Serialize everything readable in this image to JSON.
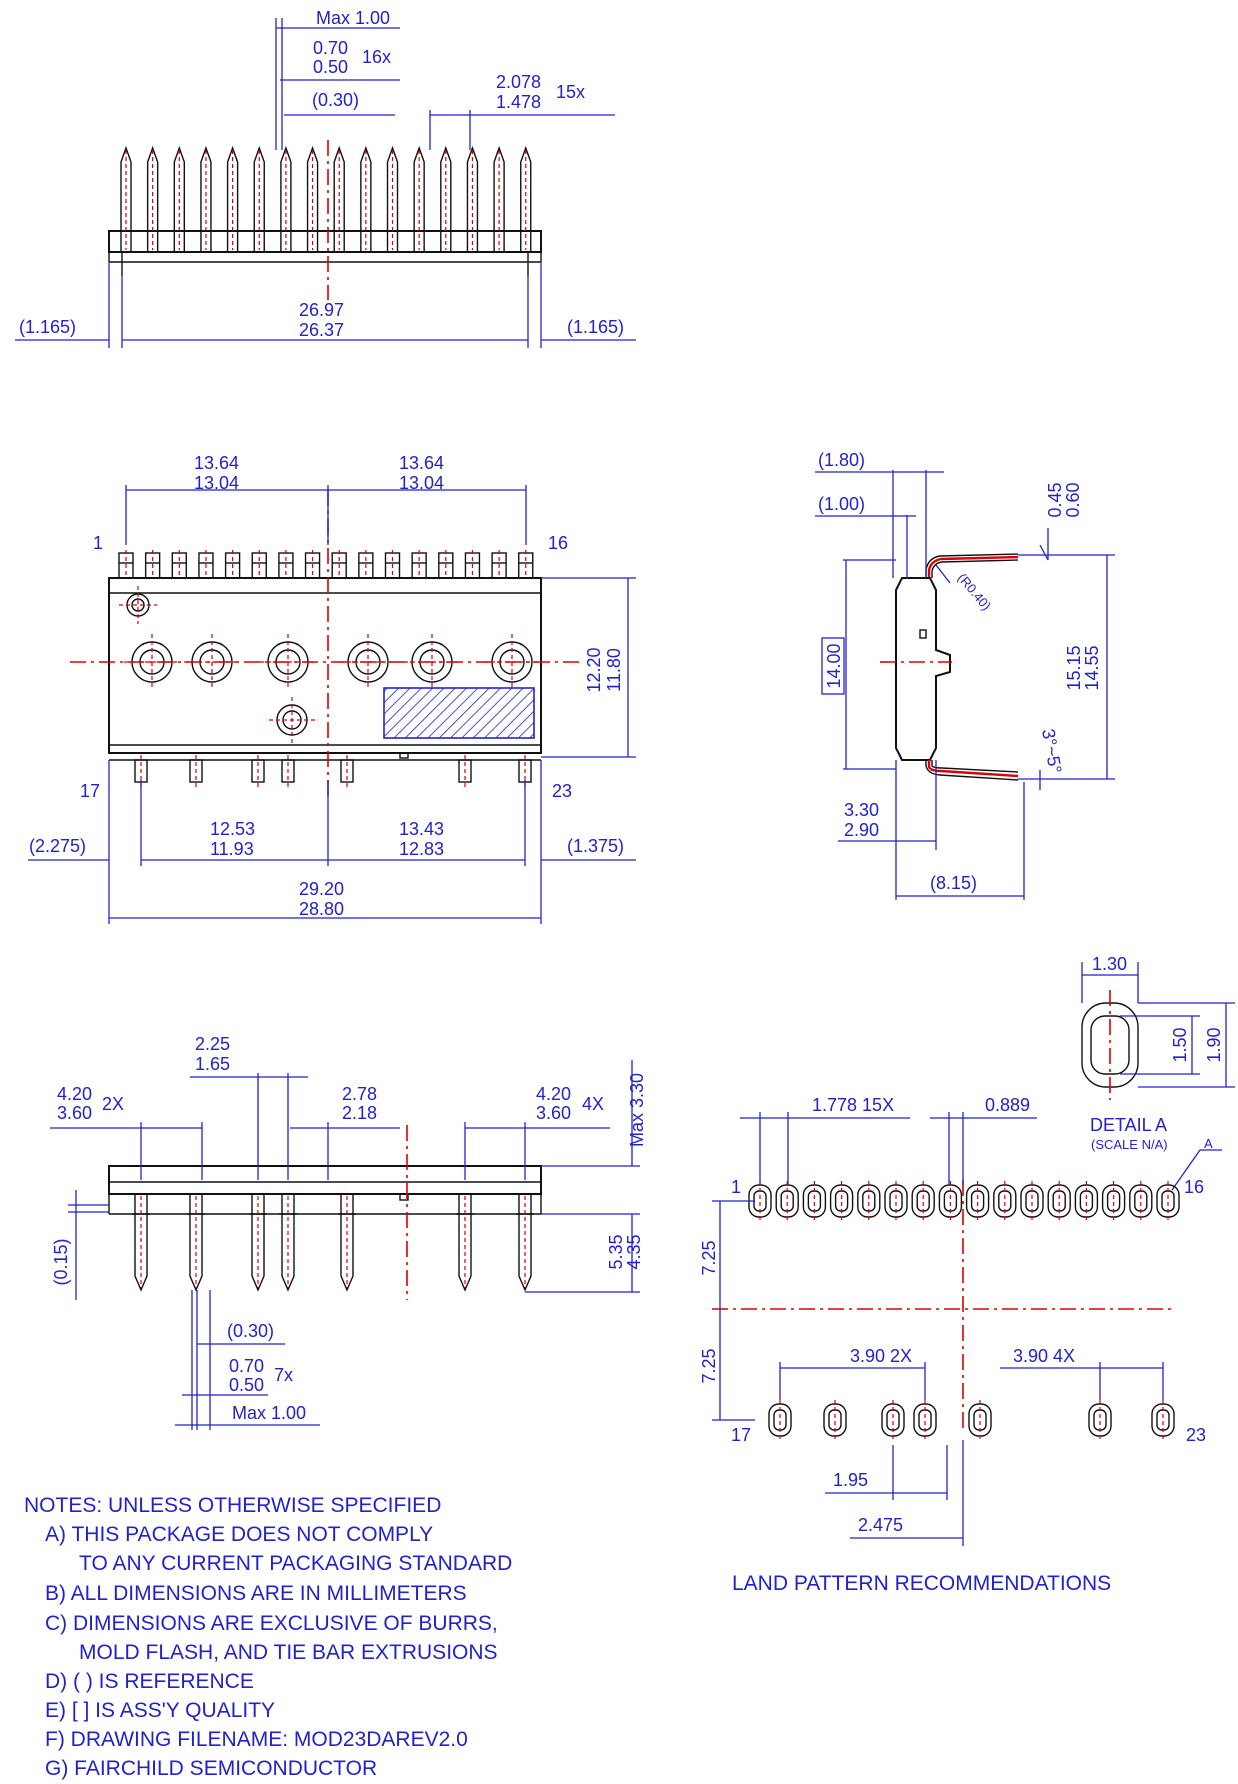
{
  "colors": {
    "dimension": "#2222cc",
    "outline": "#111111",
    "centerline": "#dd0000"
  },
  "top_view": {
    "lead_width_max": "Max 1.00",
    "lead_width_a": "0.70",
    "lead_width_b": "0.50",
    "lead_width_count": "16x",
    "lead_tip": "(0.30)",
    "pitch_a": "2.078",
    "pitch_b": "1.478",
    "pitch_count": "15x",
    "length_a": "26.97",
    "length_b": "26.37",
    "overhang_left": "(1.165)",
    "overhang_right": "(1.165)"
  },
  "plan_view": {
    "top_span_left_a": "13.64",
    "top_span_left_b": "13.04",
    "top_span_right_a": "13.64",
    "top_span_right_b": "13.04",
    "pin_first": "1",
    "pin_top_last": "16",
    "pin_bottom_first": "17",
    "pin_last": "23",
    "bottom_span_left_a": "12.53",
    "bottom_span_left_b": "11.93",
    "bottom_span_right_a": "13.43",
    "bottom_span_right_b": "12.83",
    "offset_left": "(2.275)",
    "offset_right": "(1.375)",
    "body_length_a": "29.20",
    "body_length_b": "28.80",
    "body_height_a": "12.20",
    "body_height_b": "11.80"
  },
  "side_view": {
    "outer_lead": "(1.80)",
    "inner_lead": "(1.00)",
    "lead_thick_a": "0.60",
    "lead_thick_b": "0.45",
    "bend_radius": "(R0.40)",
    "body_height": "14.00",
    "lead_span_a": "15.15",
    "lead_span_b": "14.55",
    "angle": "3°~5°",
    "body_thick_a": "3.30",
    "body_thick_b": "2.90",
    "overall_depth": "(8.15)"
  },
  "front_view": {
    "lead_gap_a": "2.25",
    "lead_gap_b": "1.65",
    "pitch_left_a": "4.20",
    "pitch_left_b": "3.60",
    "pitch_left_count": "2X",
    "pitch_mid_a": "2.78",
    "pitch_mid_b": "2.18",
    "pitch_right_a": "4.20",
    "pitch_right_b": "3.60",
    "pitch_right_count": "4X",
    "body_thick_max": "Max 3.30",
    "standoff": "(0.15)",
    "lead_len_a": "5.35",
    "lead_len_b": "4.35",
    "lead_tip": "(0.30)",
    "lead_width_a": "0.70",
    "lead_width_b": "0.50",
    "lead_width_count": "7x",
    "lead_width_max": "Max 1.00"
  },
  "detail": {
    "pad_width": "1.30",
    "pad_height_a": "1.50",
    "pad_height_b": "1.90",
    "title": "DETAIL A",
    "scale": "(SCALE N/A)",
    "ref": "A"
  },
  "land_pattern": {
    "pitch_top": "1.778 15X",
    "half_pitch": "0.889",
    "pin_first": "1",
    "pin_top_last": "16",
    "pin_bottom_first": "17",
    "pin_last": "23",
    "row_offset_top": "7.25",
    "row_offset_bottom": "7.25",
    "pitch_bottom_left": "3.90 2X",
    "pitch_bottom_right": "3.90 4X",
    "dim_a": "1.95",
    "dim_b": "2.475",
    "title": "LAND PATTERN RECOMMENDATIONS"
  },
  "notes": {
    "heading": "NOTES: UNLESS OTHERWISE SPECIFIED",
    "a1": "A) THIS PACKAGE DOES NOT COMPLY",
    "a2": "TO ANY CURRENT PACKAGING STANDARD",
    "b": "B) ALL DIMENSIONS ARE IN MILLIMETERS",
    "c1": "C) DIMENSIONS ARE EXCLUSIVE OF BURRS,",
    "c2": "MOLD FLASH, AND TIE BAR EXTRUSIONS",
    "d": "D) ( ) IS REFERENCE",
    "e": "E) [ ] IS ASS'Y QUALITY",
    "f": "F) DRAWING FILENAME: MOD23DAREV2.0",
    "g": "G) FAIRCHILD SEMICONDUCTOR"
  }
}
